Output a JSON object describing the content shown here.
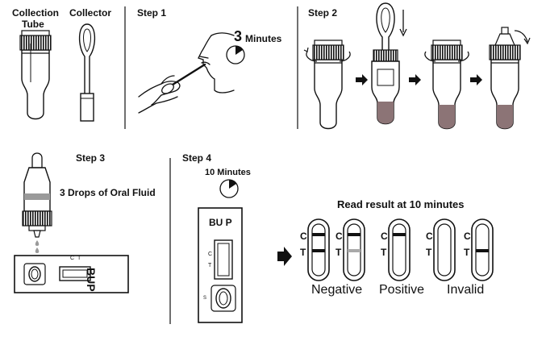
{
  "labels": {
    "collection_tube_line1": "Collection",
    "collection_tube_line2": "Tube",
    "collector": "Collector",
    "step1": "Step 1",
    "step1_minutes_num": "3",
    "step1_minutes_word": "Minutes",
    "step2": "Step 2",
    "step3": "Step 3",
    "step3_drops": "3 Drops of  Oral Fluid",
    "step4": "Step 4",
    "step4_minutes": "10 Minutes",
    "cassette_drug_step3": "BUP",
    "cassette_drug_step4": "BU P",
    "cassette_c": "C",
    "cassette_t": "T",
    "cassette_s": "S",
    "read_result": "Read result at 10 minutes"
  },
  "results": [
    {
      "group": "Negative",
      "windows": [
        {
          "c": "C",
          "t": "T"
        },
        {
          "c": "C",
          "t": "T"
        }
      ]
    },
    {
      "group": "Positive",
      "windows": [
        {
          "c": "C",
          "t": "T"
        }
      ]
    },
    {
      "group": "Invalid",
      "windows": [
        {
          "c": "C",
          "t": "T"
        },
        {
          "c": "C",
          "t": "T"
        }
      ]
    }
  ],
  "colors": {
    "ink": "#111111",
    "fluid": "#8c7476",
    "band_gray": "#9a9a9a",
    "faint_line": "#a9a9a9"
  }
}
